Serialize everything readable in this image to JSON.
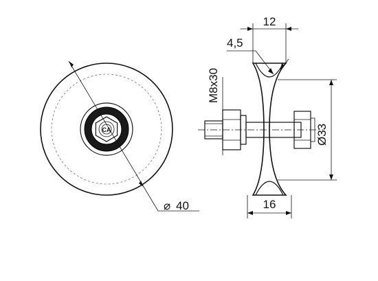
{
  "dimensions": {
    "width_top": "12",
    "groove_depth": "4,5",
    "bolt": "M8x30",
    "groove_diameter": "Ø33",
    "outer_diameter": "40",
    "outer_diameter_symbol": "⌀",
    "width_bottom": "16"
  },
  "logo": {
    "text": "CA"
  }
}
